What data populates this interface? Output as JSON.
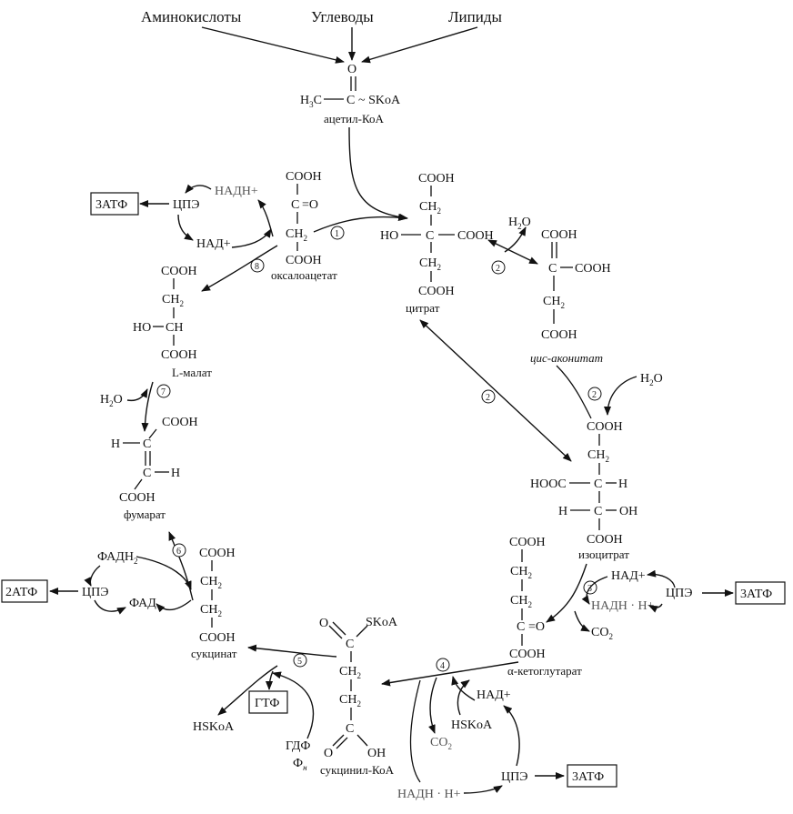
{
  "sources": {
    "amino": "Аминокислоты",
    "carbs": "Углеводы",
    "lipids": "Липиды"
  },
  "acetyl": {
    "o": "O",
    "h3c": "H3C",
    "c": "C",
    "skoa": "~ SKoA",
    "name": "ацетил-КоА"
  },
  "common": {
    "cooh": "COOH",
    "c": "C",
    "ch2": "CH2",
    "h": "H",
    "o": "O",
    "oh": "OH",
    "ho": "HO",
    "hooc": "HOOC",
    "dbl_o": "=O",
    "eq": "="
  },
  "names": {
    "oxaloacetate": "оксалоацетат",
    "citrate": "цитрат",
    "cis_aconitate": "цис-аконитат",
    "isocitrate": "изоцитрат",
    "akg": "α-кетоглутарат",
    "succinyl": "сукцинил-КоА",
    "succinate": "сукцинат",
    "fumarate": "фумарат",
    "malate": "L-малат"
  },
  "cofactors": {
    "nad": "НАД+",
    "nadh_top": "НАДН+",
    "nadh": "НАДН · Н+",
    "cpe": "ЦПЭ",
    "atp3": "3АТФ",
    "atp2": "2АТФ",
    "fadh2": "ФАДН2",
    "fad": "ФАД",
    "h2o": "H2O",
    "co2": "CO2",
    "hskoa": "HSKoA",
    "gtf": "ГТФ",
    "gdf": "ГДФ",
    "fn": "Фн",
    "skoa": "SKoA"
  },
  "steps": [
    "1",
    "2",
    "2",
    "2",
    "3",
    "4",
    "5",
    "6",
    "7",
    "8"
  ]
}
